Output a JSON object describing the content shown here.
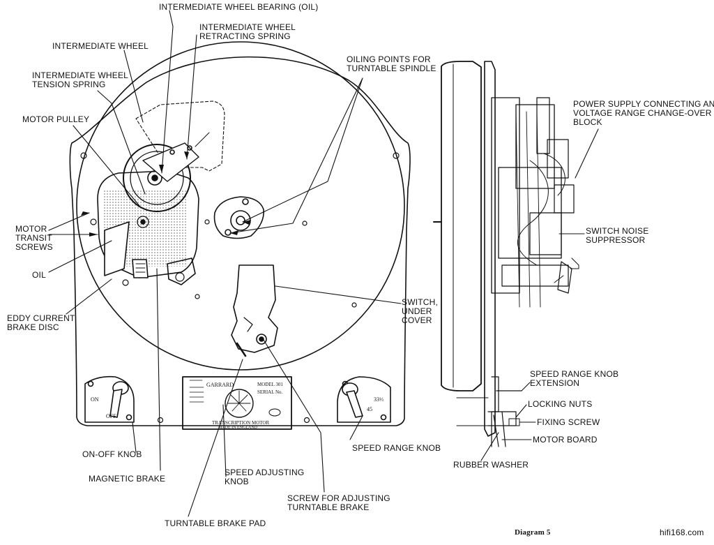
{
  "labels": {
    "intermediate_wheel_bearing": "INTERMEDIATE WHEEL BEARING (OIL)",
    "intermediate_wheel_retracting_spring": "INTERMEDIATE WHEEL\nRETRACTING SPRING",
    "intermediate_wheel": "INTERMEDIATE WHEEL",
    "intermediate_wheel_tension_spring": "INTERMEDIATE WHEEL\nTENSION SPRING",
    "motor_pulley": "MOTOR PULLEY",
    "motor_transit_screws": "MOTOR\nTRANSIT\nSCREWS",
    "oil": "OIL",
    "eddy_current_brake_disc": "EDDY CURRENT\nBRAKE DISC",
    "on_off_knob": "ON-OFF KNOB",
    "magnetic_brake": "MAGNETIC BRAKE",
    "speed_adjusting_knob": "SPEED ADJUSTING\nKNOB",
    "turntable_brake_pad": "TURNTABLE BRAKE PAD",
    "screw_for_adjusting_turntable_brake": "SCREW FOR ADJUSTING\nTURNTABLE BRAKE",
    "speed_range_knob": "SPEED RANGE KNOB",
    "switch_under_cover": "SWITCH,\nUNDER\nCOVER",
    "oiling_points_for_turntable_spindle": "OILING POINTS FOR\nTURNTABLE SPINDLE",
    "power_supply_block": "POWER SUPPLY CONNECTING AND\nVOLTAGE RANGE CHANGE-OVER\nBLOCK",
    "switch_noise_suppressor": "SWITCH NOISE\nSUPPRESSOR",
    "speed_range_knob_extension": "SPEED RANGE KNOB\nEXTENSION",
    "locking_nuts": "LOCKING NUTS",
    "fixing_screw": "FIXING SCREW",
    "motor_board": "MOTOR BOARD",
    "rubber_washer": "RUBBER WASHER"
  },
  "plate": {
    "brand": "GARRARD",
    "model": "MODEL 301",
    "serial": "SERIAL No.",
    "motor": "TRANSCRIPTION MOTOR",
    "made_in": "MADE IN ENGLAND"
  },
  "knob_marks": {
    "on": "ON",
    "off": "OFF",
    "speed_33": "33⅓",
    "speed_45": "45"
  },
  "caption": "Diagram 5",
  "watermark": "hifi168.com"
}
